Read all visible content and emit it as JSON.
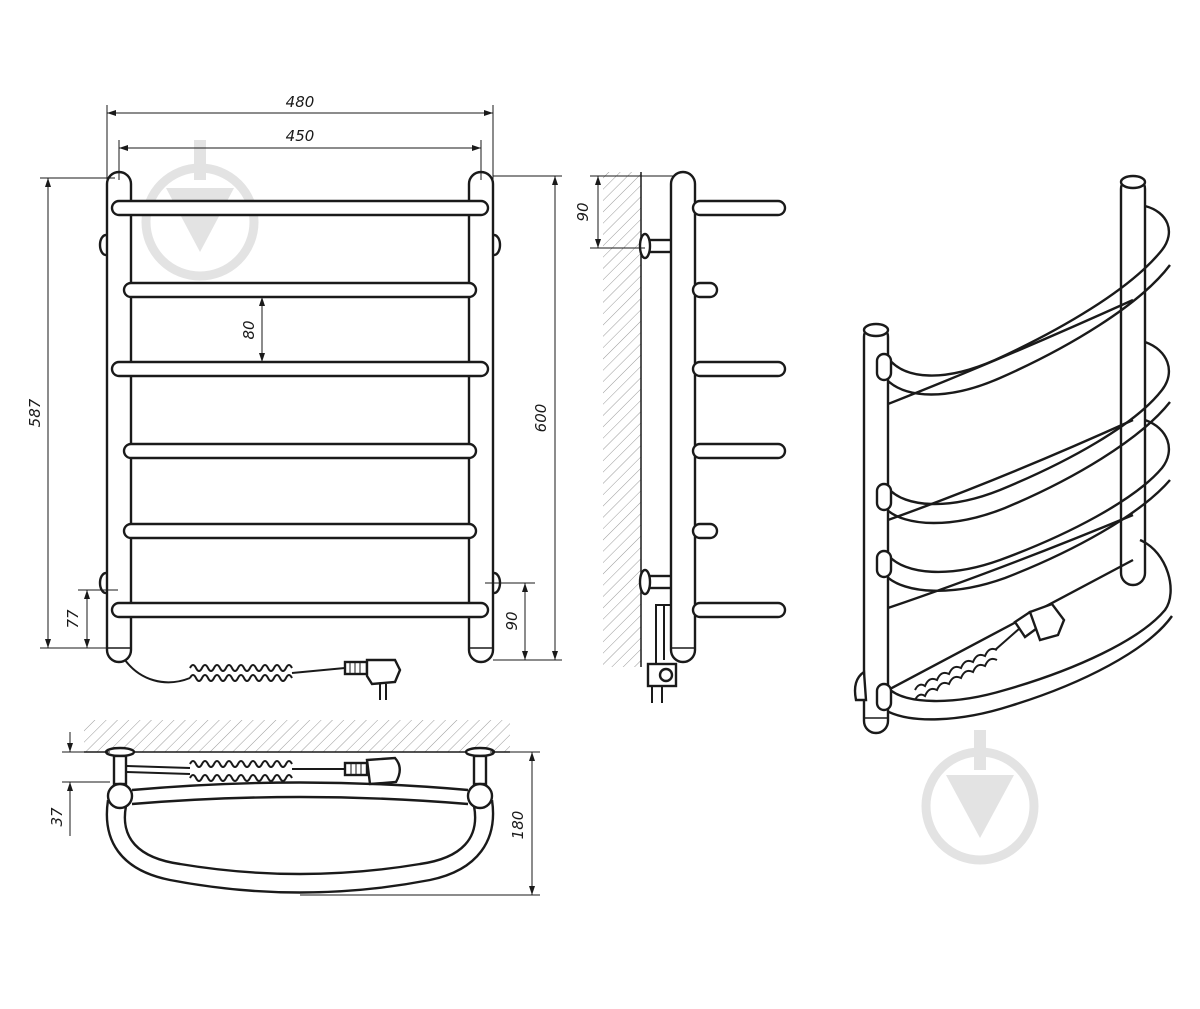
{
  "dimensions": {
    "total_width": "480",
    "axis_width": "450",
    "left_height": "587",
    "right_height": "600",
    "bar_spacing": "80",
    "bottom_offset": "77",
    "bracket_low": "90",
    "bracket_top": "90",
    "wall_gap": "37",
    "depth": "180"
  }
}
